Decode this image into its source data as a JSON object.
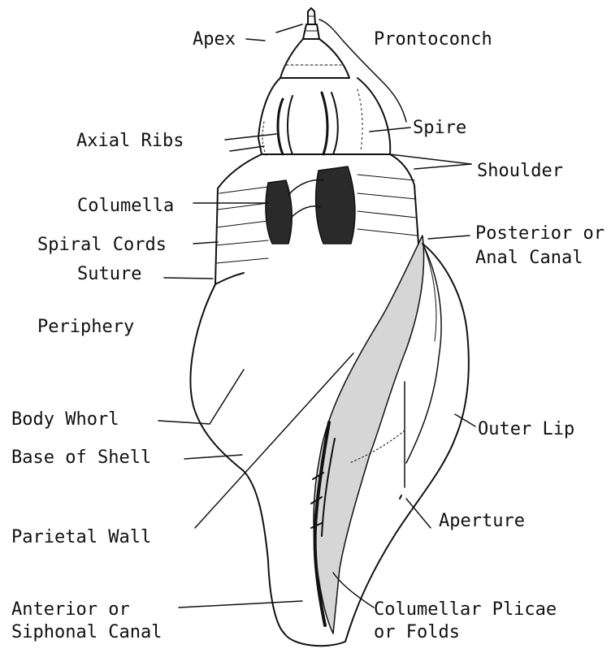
{
  "diagram": {
    "ink_color": "#111111",
    "background": "#ffffff",
    "labels": {
      "apex": "Apex",
      "protoconch": "Prontoconch",
      "spire": "Spire",
      "axial_ribs": "Axial Ribs",
      "shoulder": "Shoulder",
      "columella": "Columella",
      "spiral_cords": "Spiral Cords",
      "posterior_line1": "Posterior or",
      "posterior_line2": "Anal Canal",
      "suture": "Suture",
      "periphery": "Periphery",
      "body_whorl": "Body Whorl",
      "outer_lip": "Outer Lip",
      "base_of_shell": "Base of Shell",
      "aperture": "Aperture",
      "parietal_wall": "Parietal Wall",
      "anterior_line1": "Anterior or",
      "anterior_line2": "Siphonal Canal",
      "columellar_line1": "Columellar Plicae",
      "columellar_line2": "or Folds"
    }
  }
}
